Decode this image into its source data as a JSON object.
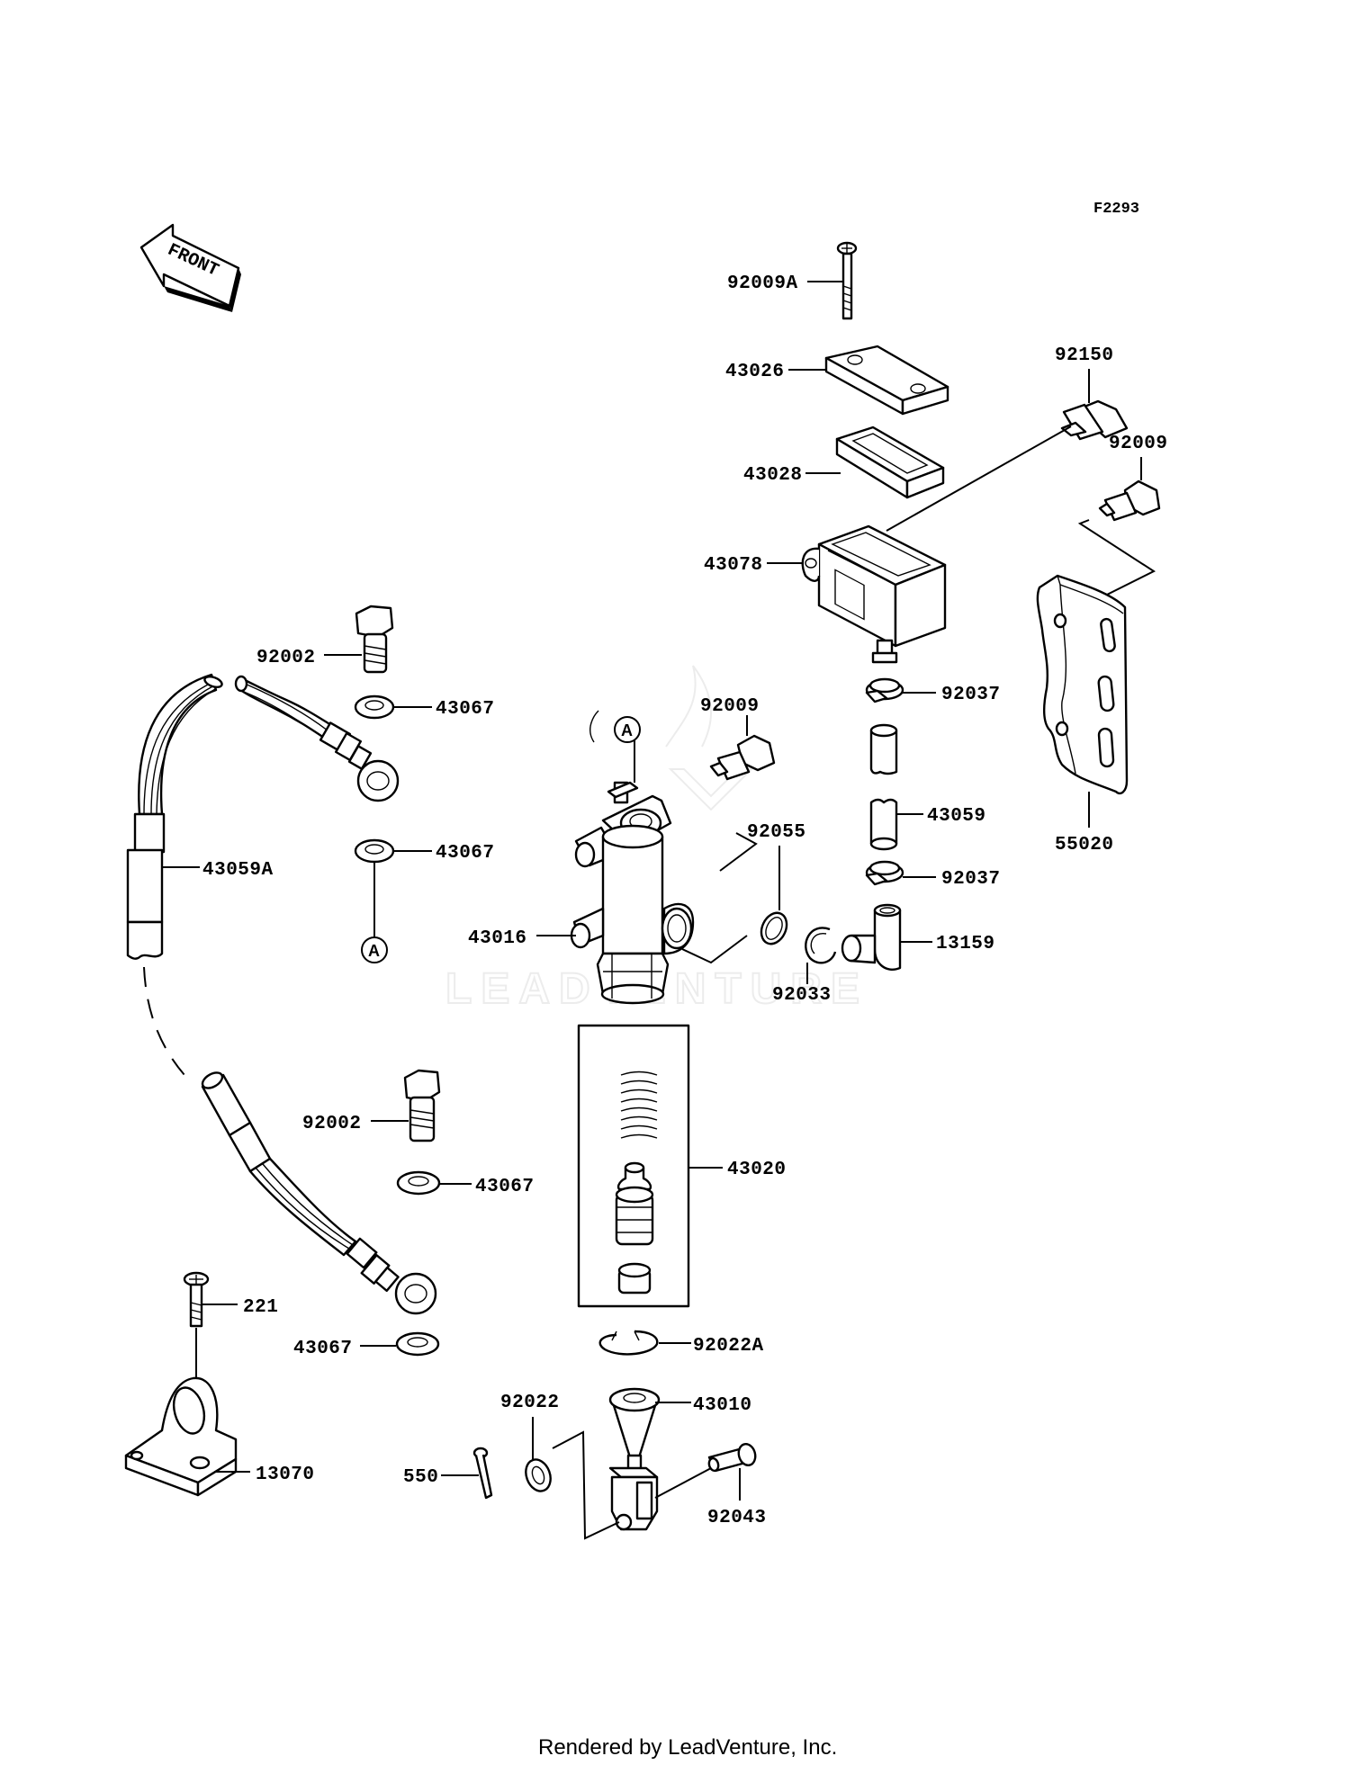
{
  "diagram_code": "F2293",
  "direction_label": "FRONT",
  "watermark": "LEADVENTURE",
  "footer": "Rendered by LeadVenture, Inc.",
  "callout_ref": "A",
  "parts": {
    "p92009A": "92009A",
    "p43026": "43026",
    "p92150": "92150",
    "p43028": "43028",
    "p92009_top": "92009",
    "p43078": "43078",
    "p92002_top": "92002",
    "p43067_a": "43067",
    "p92037_a": "92037",
    "p92009_mid": "92009",
    "p43059": "43059",
    "p55020": "55020",
    "p92055": "92055",
    "p43067_b": "43067",
    "p92037_b": "92037",
    "p43059A": "43059A",
    "p43016": "43016",
    "p13159": "13159",
    "p92033": "92033",
    "p92002_bot": "92002",
    "p43020": "43020",
    "p43067_c": "43067",
    "p221": "221",
    "p43067_d": "43067",
    "p92022A": "92022A",
    "p92022": "92022",
    "p43010": "43010",
    "p13070": "13070",
    "p550": "550",
    "p92043": "92043"
  }
}
